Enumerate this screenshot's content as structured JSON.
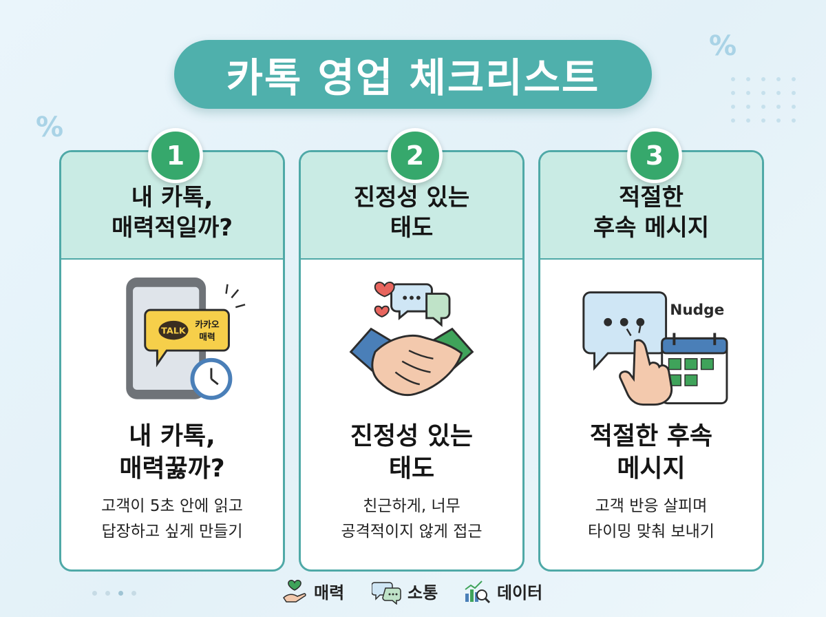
{
  "title": "카톡 영업 체크리스트",
  "deco": {
    "percent": "%"
  },
  "cards": [
    {
      "number": "1",
      "heading": "내 카톡,\n매력적일까?",
      "subheading": "내 카톡,\n매력꿇까?",
      "description": "고객이 5초 안에 읽고\n답장하고 싶게 만들기",
      "bubble_logo": "TALK",
      "bubble_text": "카카오\n매력"
    },
    {
      "number": "2",
      "heading": "진정성 있는\n태도",
      "subheading": "진정성 있는\n태도",
      "description": "친근하게, 너무\n공격적이지 않게 접근"
    },
    {
      "number": "3",
      "heading": "적절한\n후속 메시지",
      "subheading": "적절한 후속\n메시지",
      "description": "고객 반응 살피며\n타이밍 맞춰 보내기",
      "nudge_label": "Nudge"
    }
  ],
  "legend": [
    {
      "icon": "heart-hand-icon",
      "label": "매력"
    },
    {
      "icon": "chat-bubbles-icon",
      "label": "소통"
    },
    {
      "icon": "chart-magnifier-icon",
      "label": "데이터"
    }
  ],
  "colors": {
    "accent": "#4fb0ac",
    "badge": "#36a86c",
    "card_head": "#c9ebe4",
    "card_border": "#4fa9a7"
  }
}
